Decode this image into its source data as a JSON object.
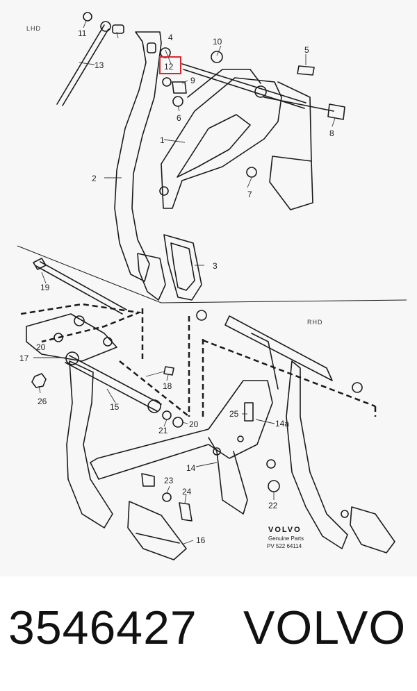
{
  "diagram": {
    "section_lhd": "LHD",
    "section_rhd": "RHD",
    "callouts": [
      "1",
      "2",
      "3",
      "4",
      "5",
      "6",
      "7",
      "8",
      "9",
      "10",
      "11",
      "12",
      "13",
      "14",
      "14a",
      "15",
      "16",
      "17",
      "18",
      "19",
      "20",
      "20",
      "21",
      "22",
      "23",
      "24",
      "25",
      "26"
    ],
    "highlighted_callout": "12",
    "highlight_color": "#d8282f",
    "stamp": {
      "brand": "VOLVO",
      "line1": "Genuine Parts",
      "line2": "PV 522 64114"
    }
  },
  "footer": {
    "part_number": "3546427",
    "brand": "VOLVO"
  }
}
